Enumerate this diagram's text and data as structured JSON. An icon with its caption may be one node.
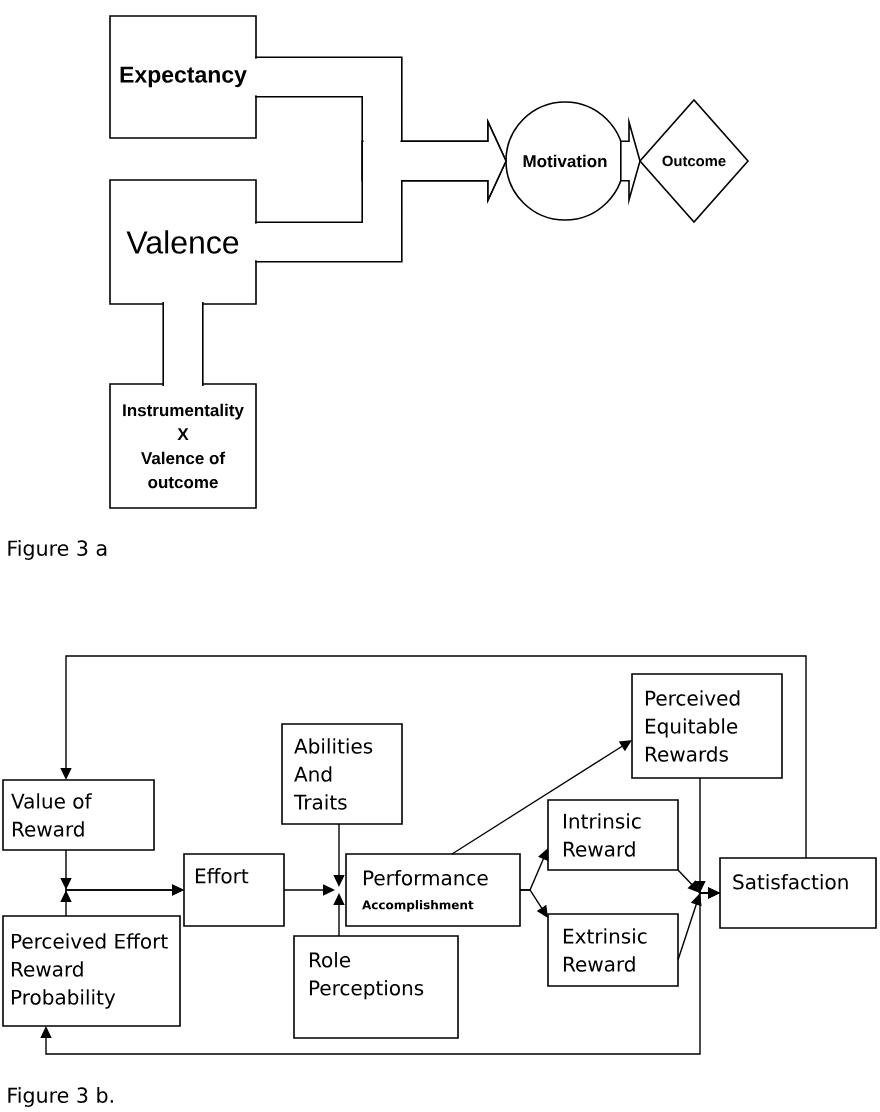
{
  "diagram": {
    "nodes": [
      {
        "text": [
          "Expectancy"
        ]
      },
      {
        "text": [
          "Valence"
        ]
      },
      {
        "text": [
          "Instrumentality",
          "X",
          "Valence of outcome"
        ]
      },
      {
        "text": [
          "Motivation"
        ]
      },
      {
        "text": [
          "Outcome"
        ]
      },
      {
        "text": [
          "Value of Reward"
        ]
      },
      {
        "text": [
          "Perceived Effort Reward Probability"
        ]
      },
      {
        "text": [
          "Effort"
        ]
      },
      {
        "text": [
          "Abilities And Traits"
        ]
      },
      {
        "text": [
          "Performance",
          "Accomplishment"
        ]
      },
      {
        "text": [
          "Role Perceptions"
        ]
      },
      {
        "text": [
          "Perceived Equitable Rewards"
        ]
      },
      {
        "text": [
          "Intrinsic Reward"
        ]
      },
      {
        "text": [
          "Extrinsic Reward"
        ]
      },
      {
        "text": [
          "Satisfaction"
        ]
      }
    ],
    "edges": [
      {
        "from": 2,
        "to": 1,
        "arrow": "none",
        "style": "thick"
      },
      {
        "from": 0,
        "to": 3,
        "arrow": "to",
        "style": "thick"
      },
      {
        "from": 1,
        "to": 3,
        "arrow": "to",
        "style": "thick"
      },
      {
        "from": 3,
        "to": 4,
        "arrow": "to",
        "style": "thick"
      },
      {
        "from": 5,
        "to": 7,
        "arrow": "to"
      },
      {
        "from": 6,
        "to": 7,
        "arrow": "to"
      },
      {
        "from": 7,
        "to": 9,
        "arrow": "to"
      },
      {
        "from": 8,
        "to": 9,
        "arrow": "to"
      },
      {
        "from": 10,
        "to": 9,
        "arrow": "to"
      },
      {
        "from": 9,
        "to": 11,
        "arrow": "to"
      },
      {
        "from": 9,
        "to": 12,
        "arrow": "to"
      },
      {
        "from": 9,
        "to": 13,
        "arrow": "to"
      },
      {
        "from": 11,
        "to": 14,
        "arrow": "to"
      },
      {
        "from": 12,
        "to": 14,
        "arrow": "to"
      },
      {
        "from": 13,
        "to": 14,
        "arrow": "to"
      },
      {
        "from": 14,
        "to": 5,
        "arrow": "to"
      },
      {
        "from": 14,
        "to": 6,
        "arrow": "to"
      }
    ],
    "labels": [
      "Figure 3 a",
      "Figure 3 b."
    ]
  }
}
